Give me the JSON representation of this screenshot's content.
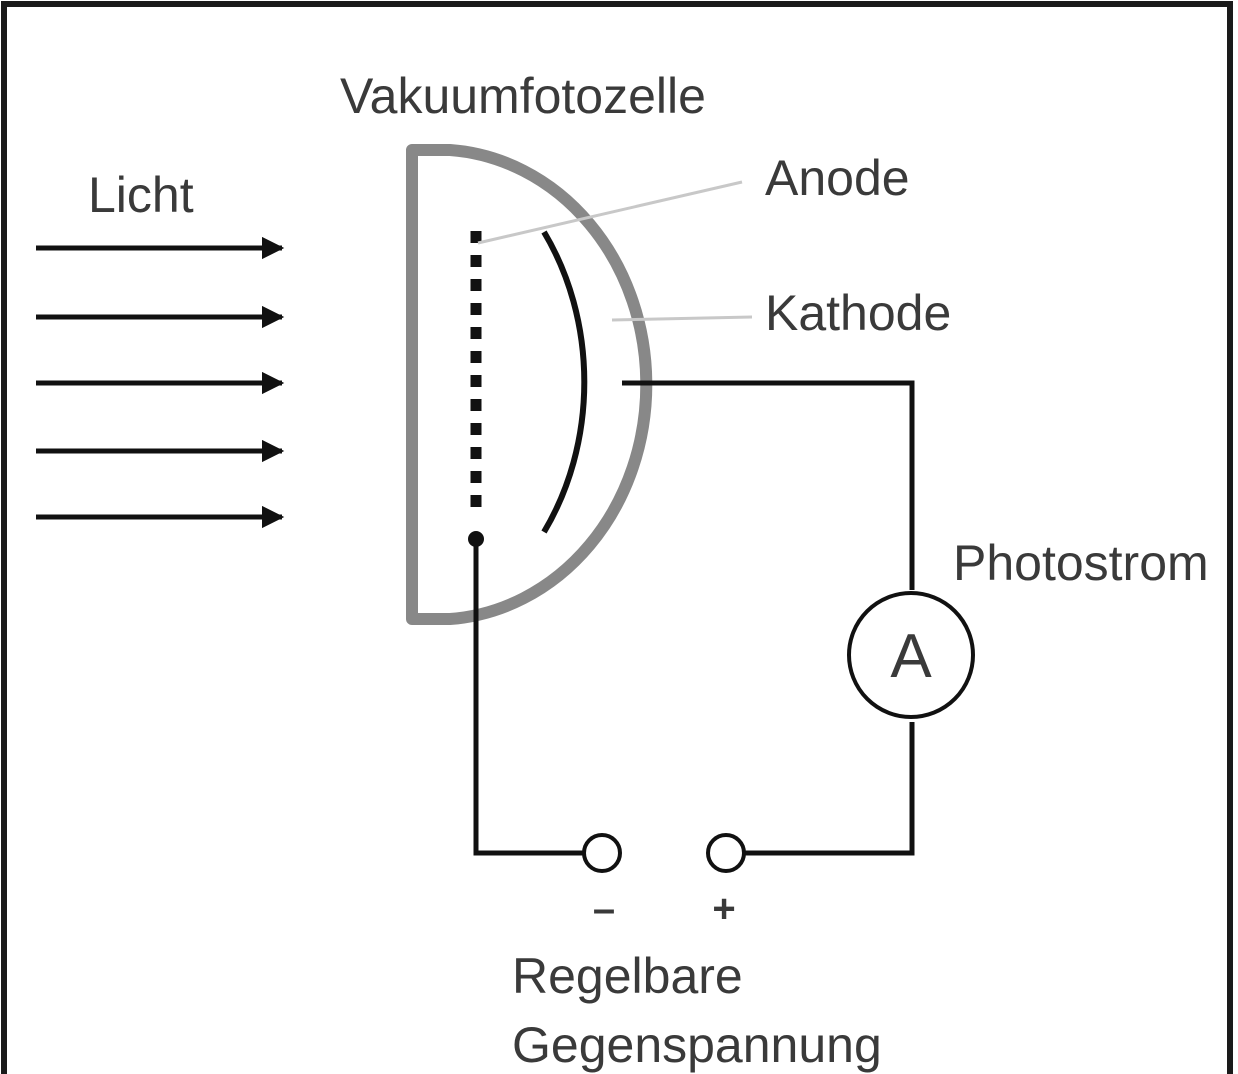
{
  "labels": {
    "title": "Vakuumfotozelle",
    "light": "Licht",
    "anode": "Anode",
    "cathode": "Kathode",
    "photocurrent": "Photostrom",
    "ammeter": "A",
    "minus": "–",
    "plus": "+",
    "voltage_line1": "Regelbare",
    "voltage_line2": "Gegenspannung"
  },
  "colors": {
    "frame": "#1a1a1a",
    "wire": "#111111",
    "cell_housing": "#888888",
    "leader_line": "#c8c8c8",
    "text": "#3a3a3a"
  }
}
